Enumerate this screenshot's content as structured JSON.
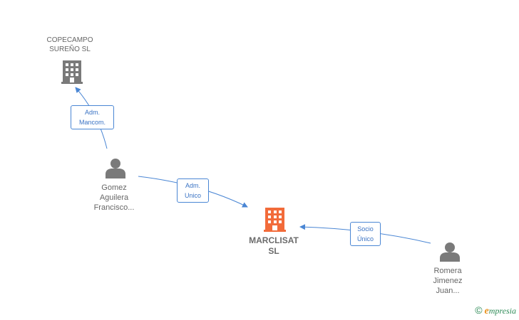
{
  "nodes": {
    "copecampo": {
      "lines": [
        "COPECAMPO",
        "SUREÑO  SL"
      ],
      "kind": "company"
    },
    "marclisat": {
      "lines": [
        "MARCLISAT",
        "SL"
      ],
      "kind": "company-main"
    },
    "gomez": {
      "lines": [
        "Gomez",
        "Aguilera",
        "Francisco..."
      ],
      "kind": "person"
    },
    "romera": {
      "lines": [
        "Romera",
        "Jimenez",
        "Juan..."
      ],
      "kind": "person"
    }
  },
  "edges": [
    {
      "from": "gomez",
      "to": "copecampo",
      "lines": [
        "Adm.",
        "Mancom."
      ]
    },
    {
      "from": "gomez",
      "to": "marclisat",
      "lines": [
        "Adm.",
        "Unico"
      ]
    },
    {
      "from": "romera",
      "to": "marclisat",
      "lines": [
        "Socio",
        "Único"
      ]
    }
  ],
  "colors": {
    "edge": "#4a86d4",
    "company_icon": "#7a7a7a",
    "main_company_icon": "#f26b3a",
    "person_icon": "#7a7a7a"
  },
  "brand": {
    "copyright": "©",
    "initial": "e",
    "name": "mpresia"
  }
}
